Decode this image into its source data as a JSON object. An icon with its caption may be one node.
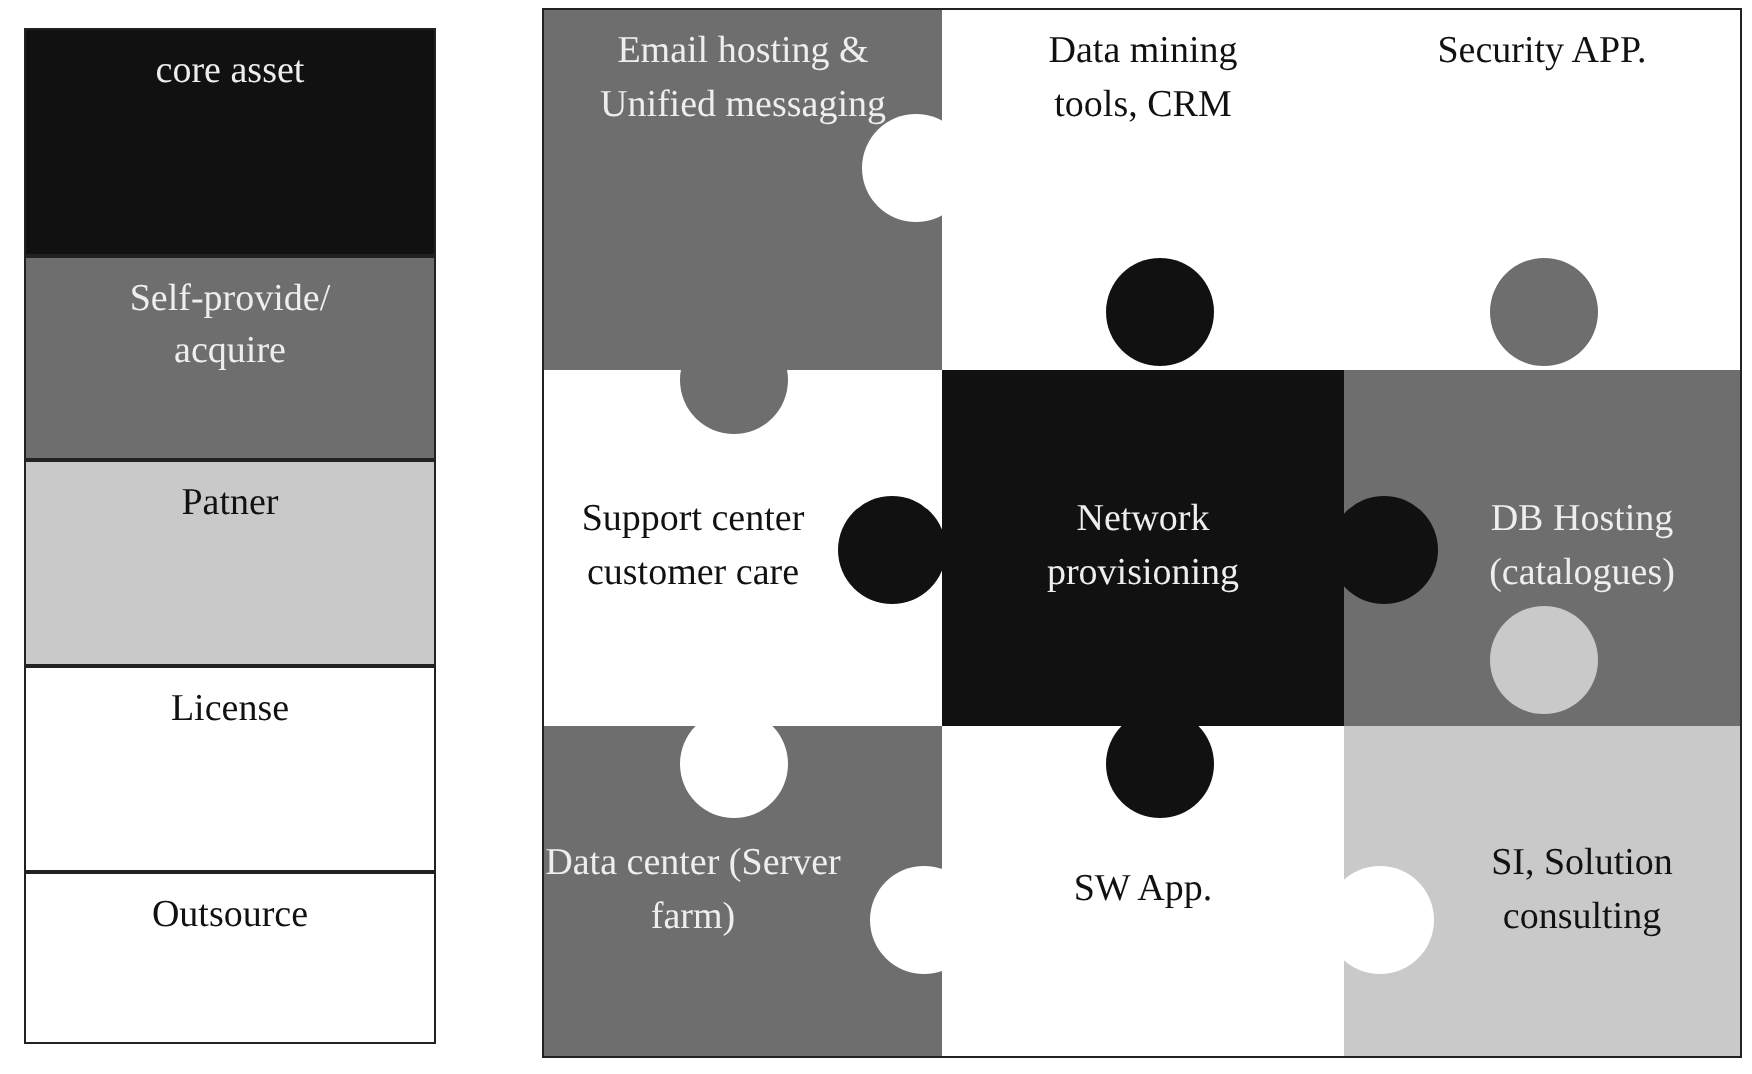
{
  "diagram": {
    "nodes": [
      {
        "text": [
          "Email hosting & Unified messaging"
        ]
      },
      {
        "text": [
          "Data mining tools, CRM"
        ]
      },
      {
        "text": [
          "Security APP."
        ]
      },
      {
        "text": [
          "Support center customer care"
        ]
      },
      {
        "text": [
          "Network provisioning"
        ]
      },
      {
        "text": [
          "DB Hosting (catalogues)"
        ]
      },
      {
        "text": [
          "Data center (Server farm)"
        ]
      },
      {
        "text": [
          "SW App."
        ]
      },
      {
        "text": [
          "SI, Solution consulting"
        ]
      }
    ],
    "legend": [
      {
        "text": "core asset",
        "color": "#111111"
      },
      {
        "text": "Self-provide/ acquire",
        "color": "#6e6e6e"
      },
      {
        "text": "Patner",
        "color": "#c9c9c9"
      },
      {
        "text": "License",
        "color": "#ffffff"
      },
      {
        "text": "Outsource",
        "color": "#ffffff"
      }
    ]
  }
}
